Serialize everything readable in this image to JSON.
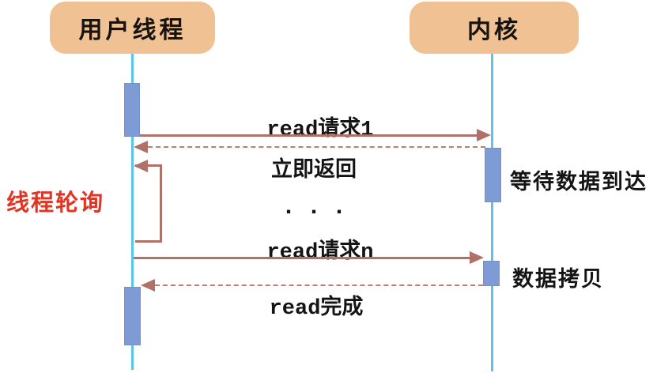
{
  "diagram": {
    "type": "sequence-diagram",
    "actors": [
      {
        "id": "user-thread",
        "label": "用户线程"
      },
      {
        "id": "kernel",
        "label": "内核"
      }
    ],
    "messages": [
      {
        "id": "read-request-1",
        "label": "read请求1",
        "from": "user-thread",
        "to": "kernel",
        "style": "solid"
      },
      {
        "id": "immediate-return",
        "label": "立即返回",
        "from": "kernel",
        "to": "user-thread",
        "style": "dashed"
      },
      {
        "id": "polling-ellipsis",
        "label": "...",
        "style": "none"
      },
      {
        "id": "read-request-n",
        "label": "read请求n",
        "from": "user-thread",
        "to": "kernel",
        "style": "solid"
      },
      {
        "id": "read-complete",
        "label": "read完成",
        "from": "kernel",
        "to": "user-thread",
        "style": "dashed"
      }
    ],
    "annotations": [
      {
        "id": "thread-polling",
        "label": "线程轮询",
        "color": "#e03524"
      },
      {
        "id": "wait-data-arrival",
        "label": "等待数据到达",
        "color": "#141414"
      },
      {
        "id": "data-copy",
        "label": "数据拷贝",
        "color": "#141414"
      }
    ],
    "colors": {
      "actor_fill": "#efc193",
      "lifeline": "#5bc4ec",
      "activation_fill": "#7e9bd6",
      "arrow_solid": "#af7168",
      "arrow_dashed": "#c17d74",
      "annotation_red": "#e03524",
      "text": "#141414"
    }
  }
}
